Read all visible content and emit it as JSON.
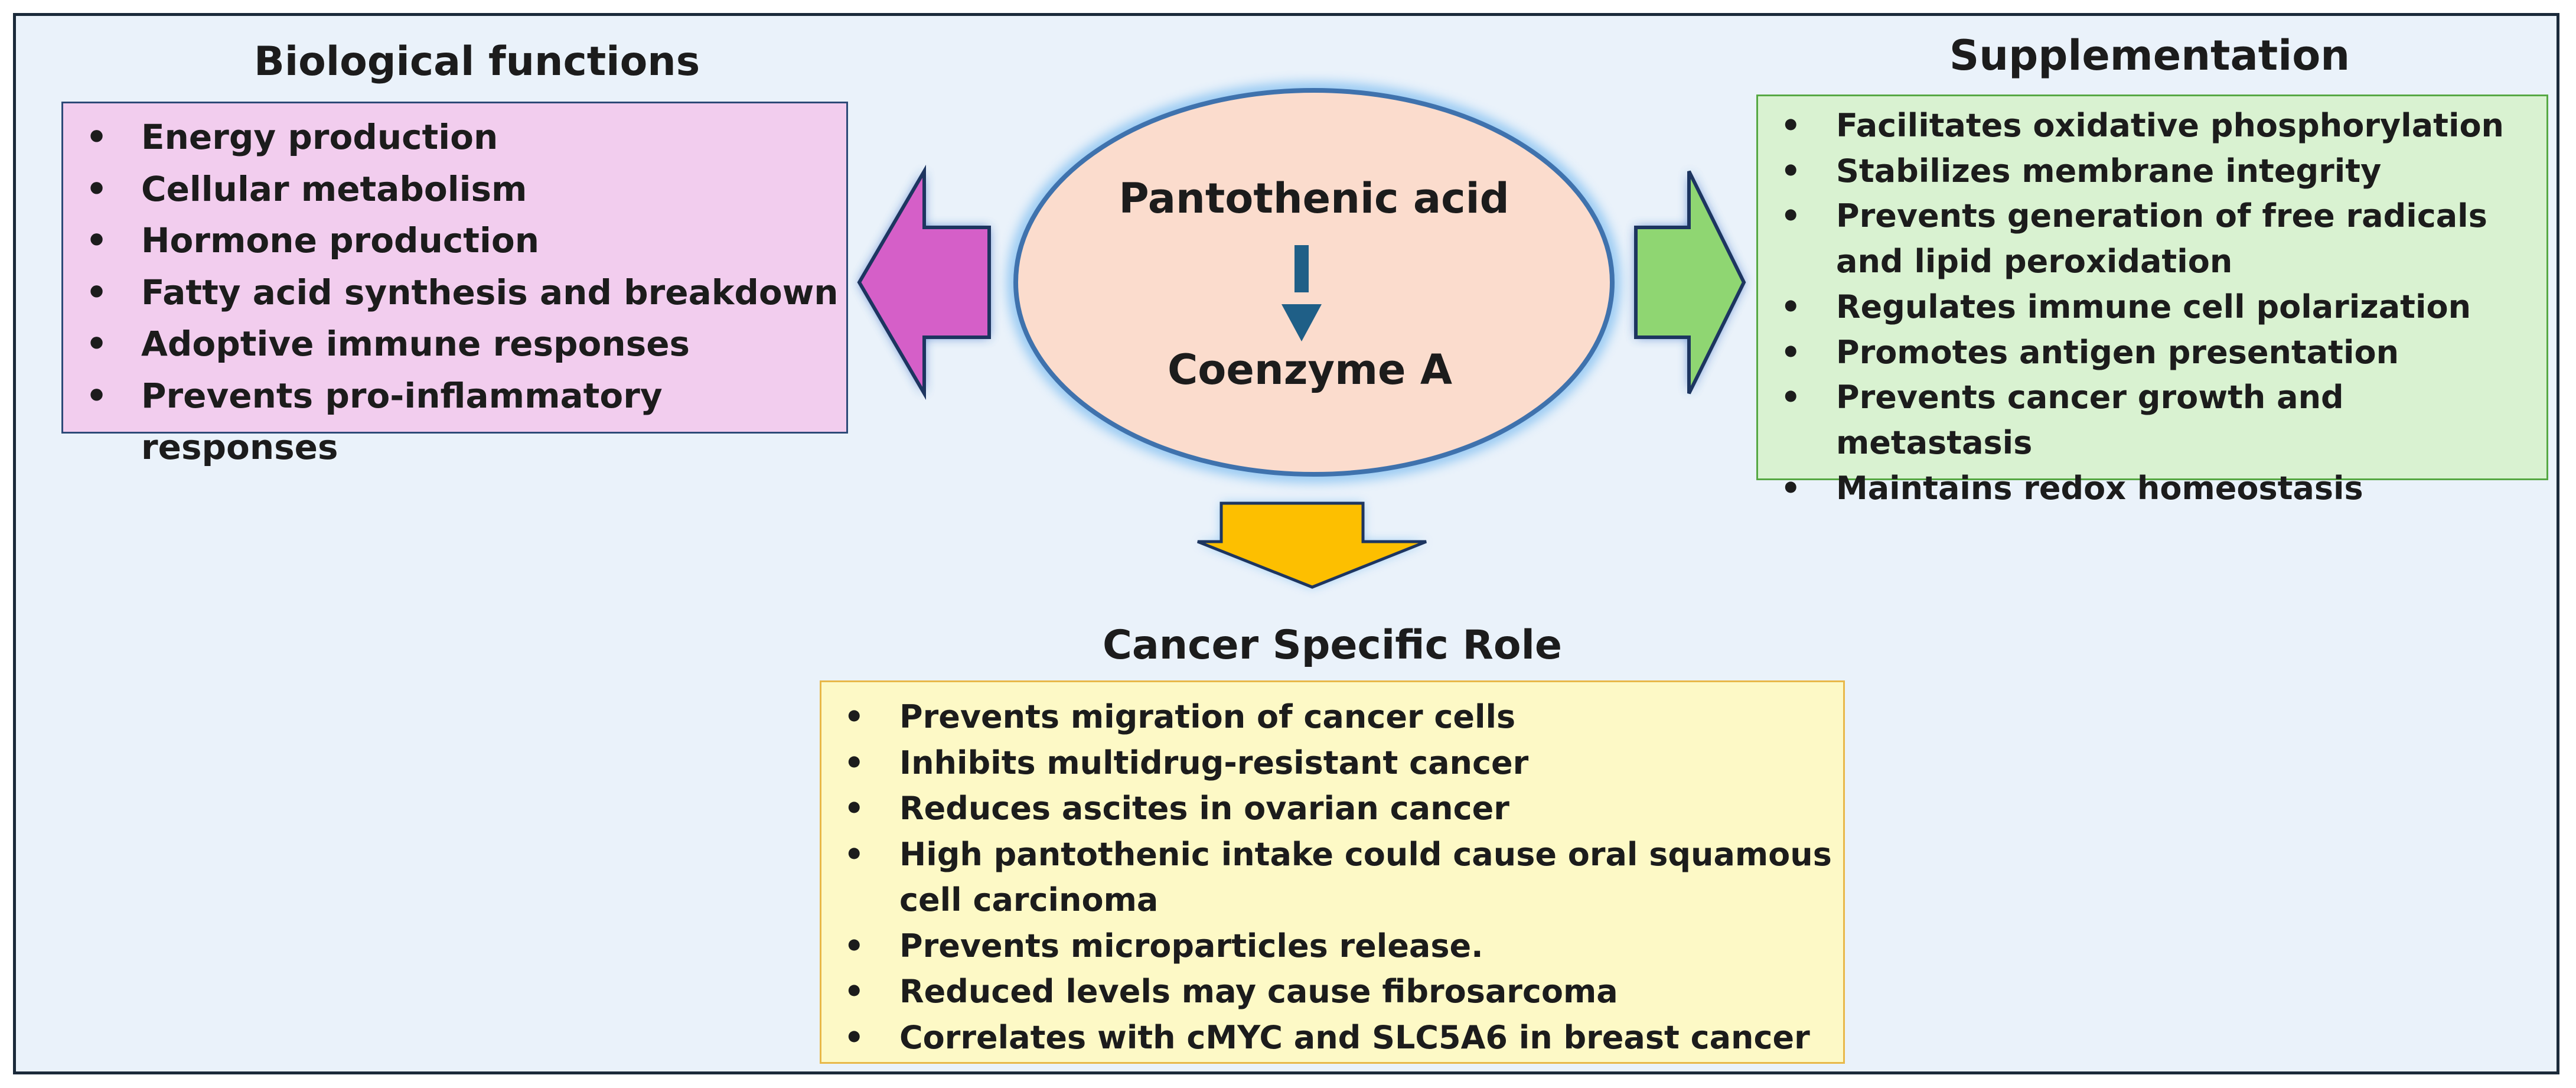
{
  "center": {
    "top_label": "Pantothenic acid",
    "bottom_label": "Coenzyme A"
  },
  "biological_functions": {
    "title": "Biological functions",
    "items": [
      "Energy production",
      "Cellular metabolism",
      "Hormone production",
      "Fatty acid synthesis and breakdown",
      "Adoptive immune responses",
      "Prevents pro-inflammatory responses"
    ]
  },
  "supplementation": {
    "title": "Supplementation",
    "items": [
      "Facilitates oxidative phosphorylation",
      "Stabilizes membrane integrity",
      "Prevents generation of free radicals and lipid peroxidation",
      "Regulates immune cell polarization",
      "Promotes antigen presentation",
      "Prevents cancer growth and metastasis",
      "Maintains redox homeostasis"
    ]
  },
  "cancer_specific_role": {
    "title": "Cancer Specific Role",
    "items": [
      "Prevents migration of cancer cells",
      "Inhibits multidrug-resistant cancer",
      "Reduces ascites in ovarian cancer",
      "High pantothenic intake could cause oral squamous cell carcinoma",
      "Prevents microparticles release.",
      "Reduced levels may cause fibrosarcoma",
      "Correlates with cMYC and SLC5A6 in breast cancer"
    ]
  },
  "colors": {
    "background": "#eaf2fa",
    "ellipse_fill": "#fbdccd",
    "ellipse_border": "#3f72ad",
    "left_arrow": "#d55fc8",
    "right_arrow": "#8fd672",
    "down_arrow": "#fdbf00",
    "inner_arrow": "#1f5f87"
  }
}
